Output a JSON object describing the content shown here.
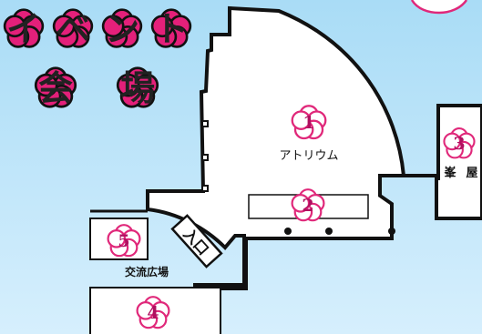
{
  "title": {
    "line1": [
      "イ",
      "ベ",
      "ン",
      "ト"
    ],
    "line2": [
      "会",
      "場"
    ]
  },
  "areas": {
    "atrium": {
      "number": "1",
      "name": "アトリウム"
    },
    "stage": {
      "number": "2"
    },
    "mine": {
      "number": "3",
      "name_chars": [
        "峯",
        "屋"
      ]
    },
    "lot": {
      "number": "4"
    },
    "plaza": {
      "number": "5",
      "name": "交流広場"
    }
  },
  "entrance": {
    "label": "入口"
  },
  "colors": {
    "sky_top": "#a9dcf6",
    "sky_bottom": "#d4eefc",
    "building": "#ffffff",
    "outline": "#111111",
    "badge_fill": "#ffffff",
    "badge_stroke": "#e0287a",
    "title_fill": "#e4207a"
  }
}
